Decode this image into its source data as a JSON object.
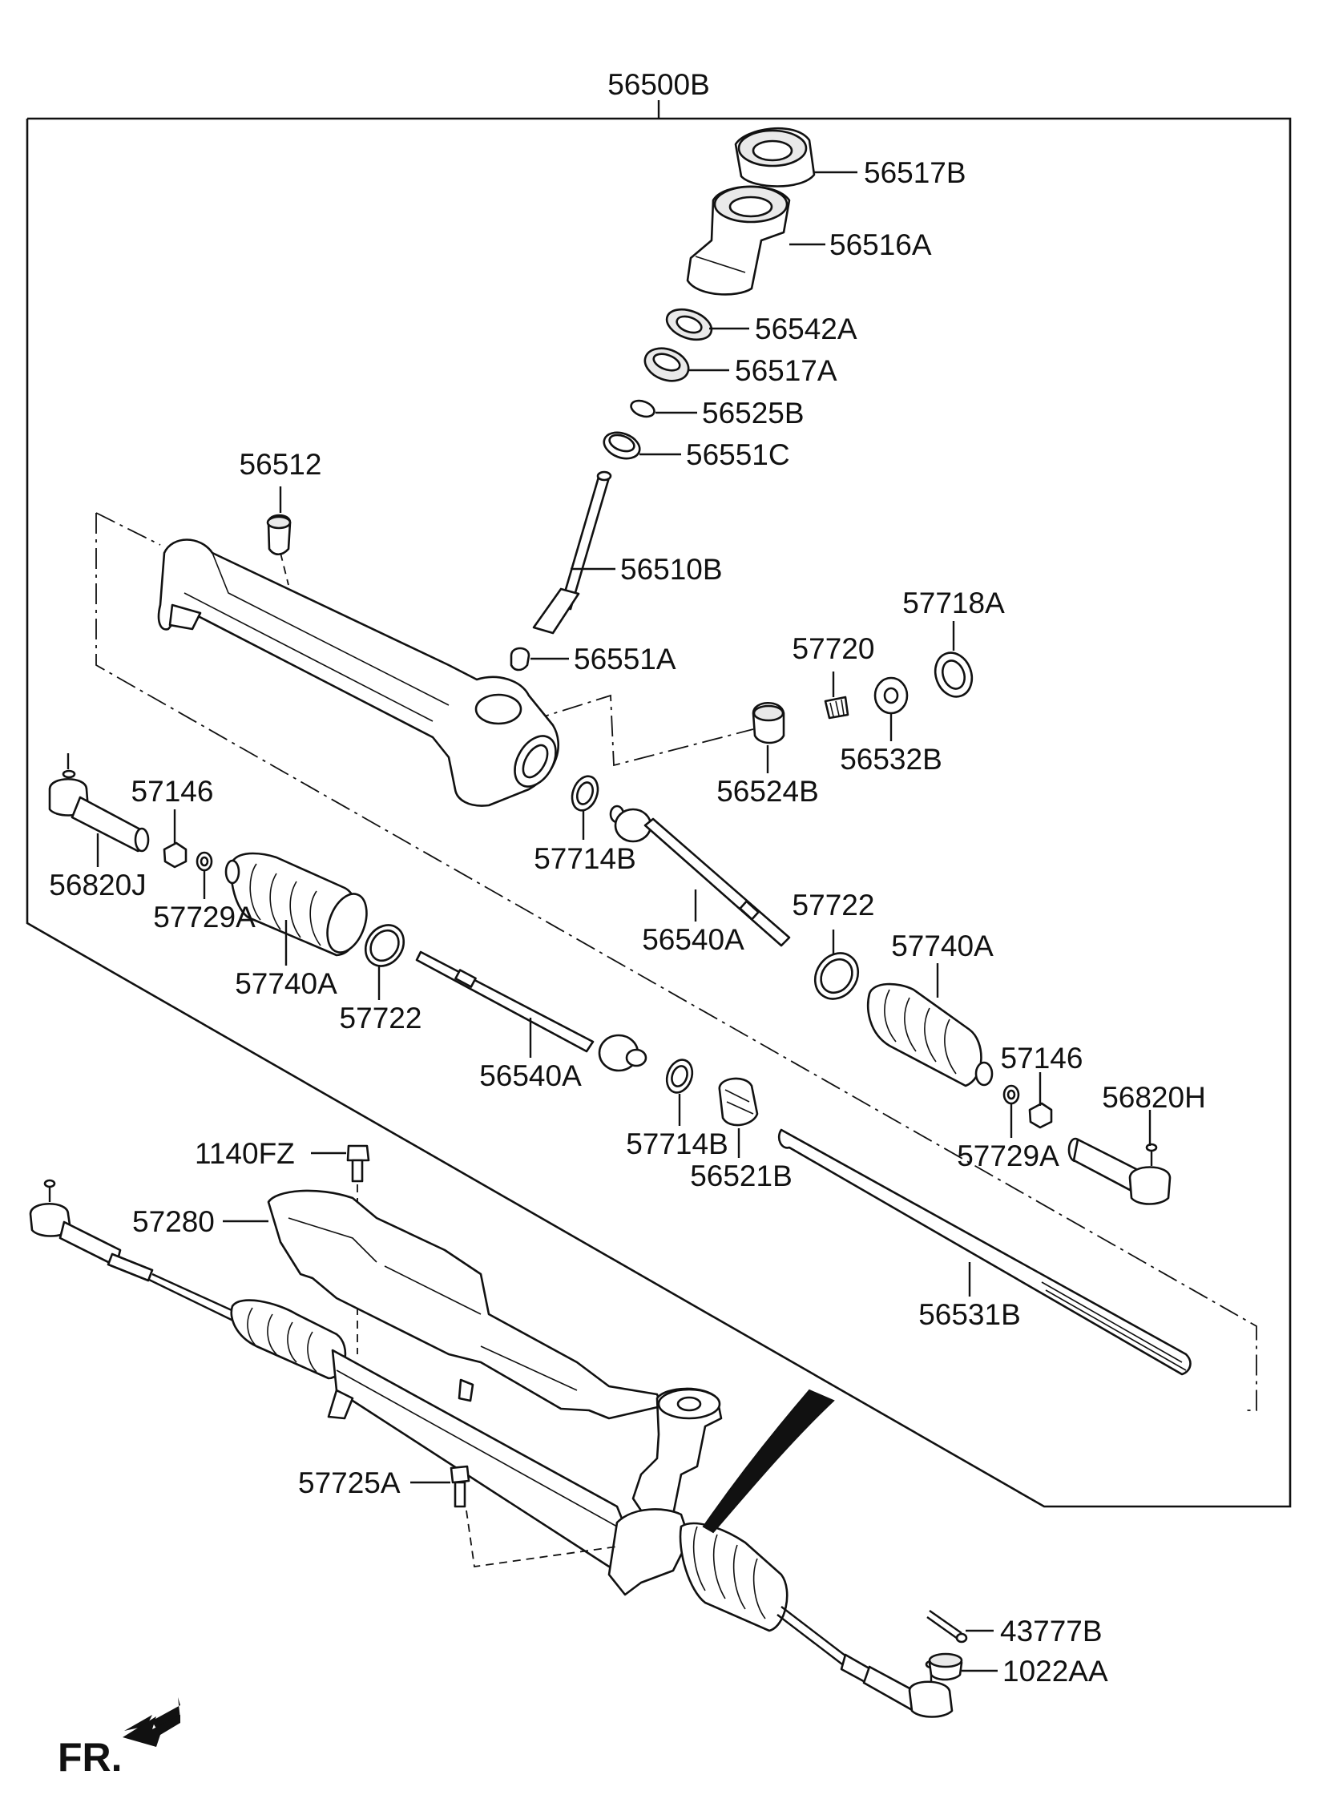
{
  "assembly_label": "56500B",
  "labels": {
    "l56517B": "56517B",
    "l56516A": "56516A",
    "l56542A": "56542A",
    "l56517A": "56517A",
    "l56525B": "56525B",
    "l56551C": "56551C",
    "l56512": "56512",
    "l56510B": "56510B",
    "l56551A": "56551A",
    "l57718A": "57718A",
    "l57720": "57720",
    "l56524B": "56524B",
    "l56532B": "56532B",
    "l57146_left": "57146",
    "l56820J": "56820J",
    "l57729A_left": "57729A",
    "l57740A_left": "57740A",
    "l57714B_upper": "57714B",
    "l56540A_right": "56540A",
    "l57722_left": "57722",
    "l57722_right": "57722",
    "l57740A_right": "57740A",
    "l56540A_left": "56540A",
    "l57146_right": "57146",
    "l56820H": "56820H",
    "l57714B_lower": "57714B",
    "l56521B": "56521B",
    "l57729A_right": "57729A",
    "l1140FZ": "1140FZ",
    "l57280": "57280",
    "l56531B": "56531B",
    "l57725A": "57725A",
    "l43777B": "43777B",
    "l1022AA": "1022AA"
  },
  "direction_label": "FR.",
  "icons": {
    "fr_arrow": "front-direction-arrow-icon"
  }
}
